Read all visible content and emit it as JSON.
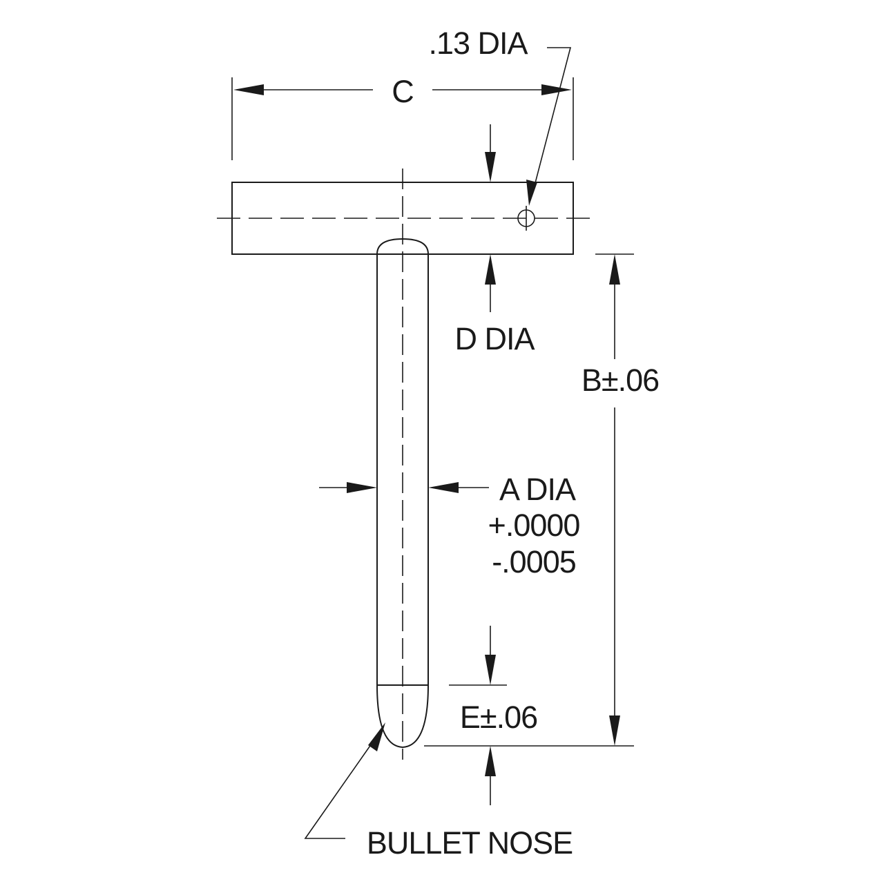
{
  "labels": {
    "hole_dia": ".13 DIA",
    "c": "C",
    "d_dia": "D DIA",
    "b": "B±.06",
    "a_dia": "A DIA",
    "a_tol_plus": "+.0000",
    "a_tol_minus": "-.0005",
    "e": "E±.06",
    "bullet_nose": "BULLET NOSE"
  }
}
